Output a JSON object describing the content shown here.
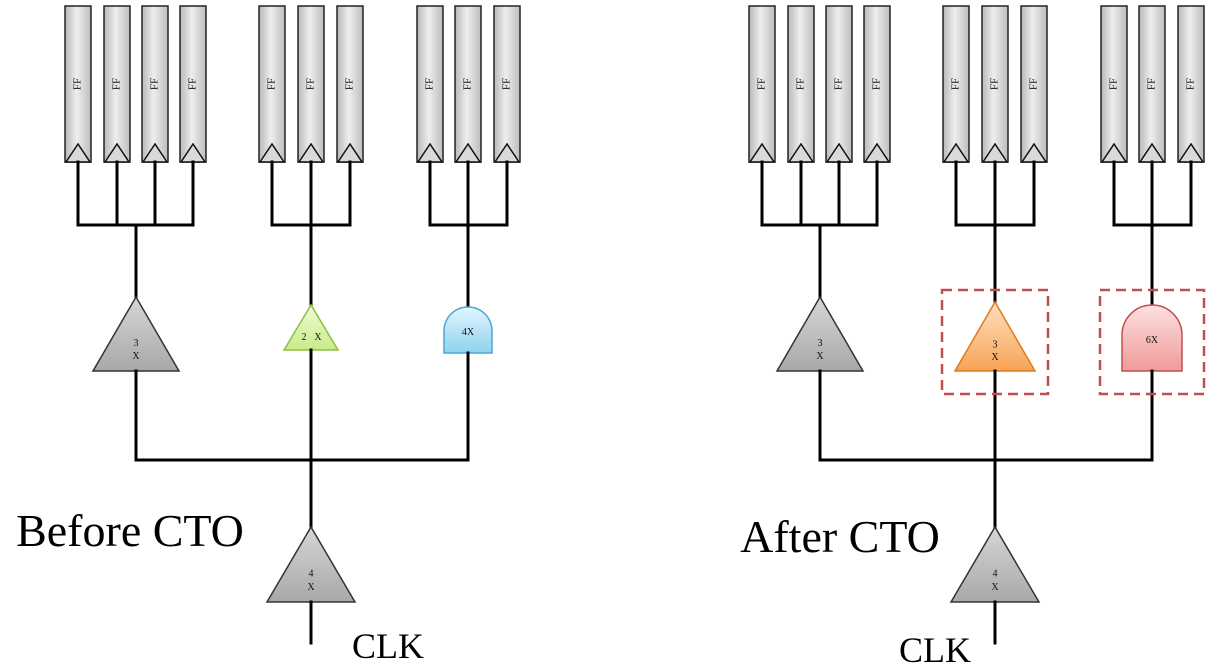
{
  "ff_label": "FF",
  "before": {
    "title": "Before CTO",
    "clk": "CLK",
    "root_buffer": [
      "4",
      "X"
    ],
    "groups": [
      {
        "ff_count": 4,
        "buffer": {
          "shape": "triangle",
          "label": [
            "3",
            "X"
          ],
          "color": "#c8c8c8"
        }
      },
      {
        "ff_count": 3,
        "buffer": {
          "shape": "triangle",
          "label": [
            "2",
            "X"
          ],
          "color": "#d8f5a8"
        }
      },
      {
        "ff_count": 3,
        "buffer": {
          "shape": "and-gate",
          "label": [
            "4X"
          ],
          "color": "#a9dcf2"
        }
      }
    ]
  },
  "after": {
    "title": "After CTO",
    "clk": "CLK",
    "root_buffer": [
      "4",
      "X"
    ],
    "groups": [
      {
        "ff_count": 4,
        "buffer": {
          "shape": "triangle",
          "label": [
            "3",
            "X"
          ],
          "color": "#c8c8c8",
          "highlighted": false
        }
      },
      {
        "ff_count": 3,
        "buffer": {
          "shape": "triangle",
          "label": [
            "3",
            "X"
          ],
          "color": "#f9b679",
          "highlighted": true
        }
      },
      {
        "ff_count": 3,
        "buffer": {
          "shape": "and-gate",
          "label": [
            "6X"
          ],
          "color": "#f3aaaa",
          "highlighted": true
        }
      }
    ]
  },
  "colors": {
    "highlight_box": "#c0504d",
    "ff_fill": "#d0d0d0",
    "wire": "#000000"
  }
}
